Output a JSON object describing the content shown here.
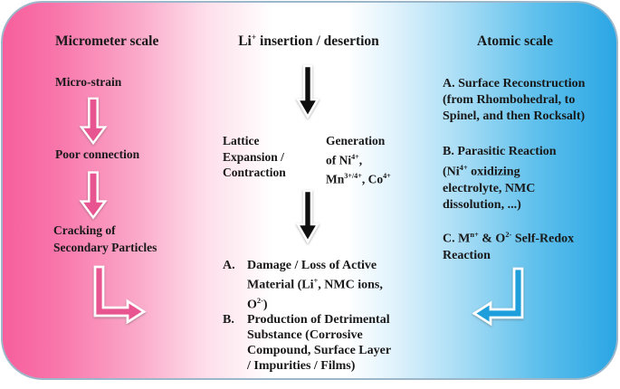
{
  "figure": {
    "columns": {
      "micrometer": {
        "title": "Micrometer scale",
        "steps": [
          "Micro-strain",
          "Poor connection",
          "Cracking of\nSecondary Particles"
        ]
      },
      "insertion": {
        "title": [
          "Li",
          {
            "t": "+"
          },
          " insertion / desertion"
        ],
        "effect_left": "Lattice\nExpansion /\nContraction",
        "effect_right": [
          "Generation\nof Ni",
          {
            "t": "4+"
          },
          ",\nMn",
          {
            "t": "3+/4+"
          },
          ", Co",
          {
            "t": "4+"
          }
        ],
        "outcomes": [
          {
            "label": "A.",
            "text": [
              "Damage / Loss of Active\nMaterial (Li",
              {
                "t": "+"
              },
              ", NMC ions,\nO",
              {
                "t": "2-"
              },
              ")"
            ]
          },
          {
            "label": "B.",
            "text": [
              "Production of Detrimental\nSubstance (Corrosive\nCompound, Surface Layer\n/ Impurities / Films)"
            ]
          }
        ]
      },
      "atomic": {
        "title": "Atomic scale",
        "items": [
          [
            "A. Surface Reconstruction\n(from Rhombohedral, to\nSpinel, and then Rocksalt)"
          ],
          [
            "B. Parasitic Reaction\n(Ni",
            {
              "t": "4+"
            },
            " oxidizing\nelectrolyte, NMC\ndissolution, ...)"
          ],
          [
            "C. M",
            {
              "t": "n+"
            },
            " & O",
            {
              "t": "2-"
            },
            " Self-Redox\nReaction"
          ]
        ]
      }
    },
    "colors": {
      "pink": "#f8649e",
      "blue": "#2aa6e4",
      "pink_arrow": "#e8548f",
      "blue_arrow": "#1e9fdc",
      "black_arrow": "#0f0f0f",
      "border": "#9db7ca",
      "text": "#191919"
    }
  }
}
